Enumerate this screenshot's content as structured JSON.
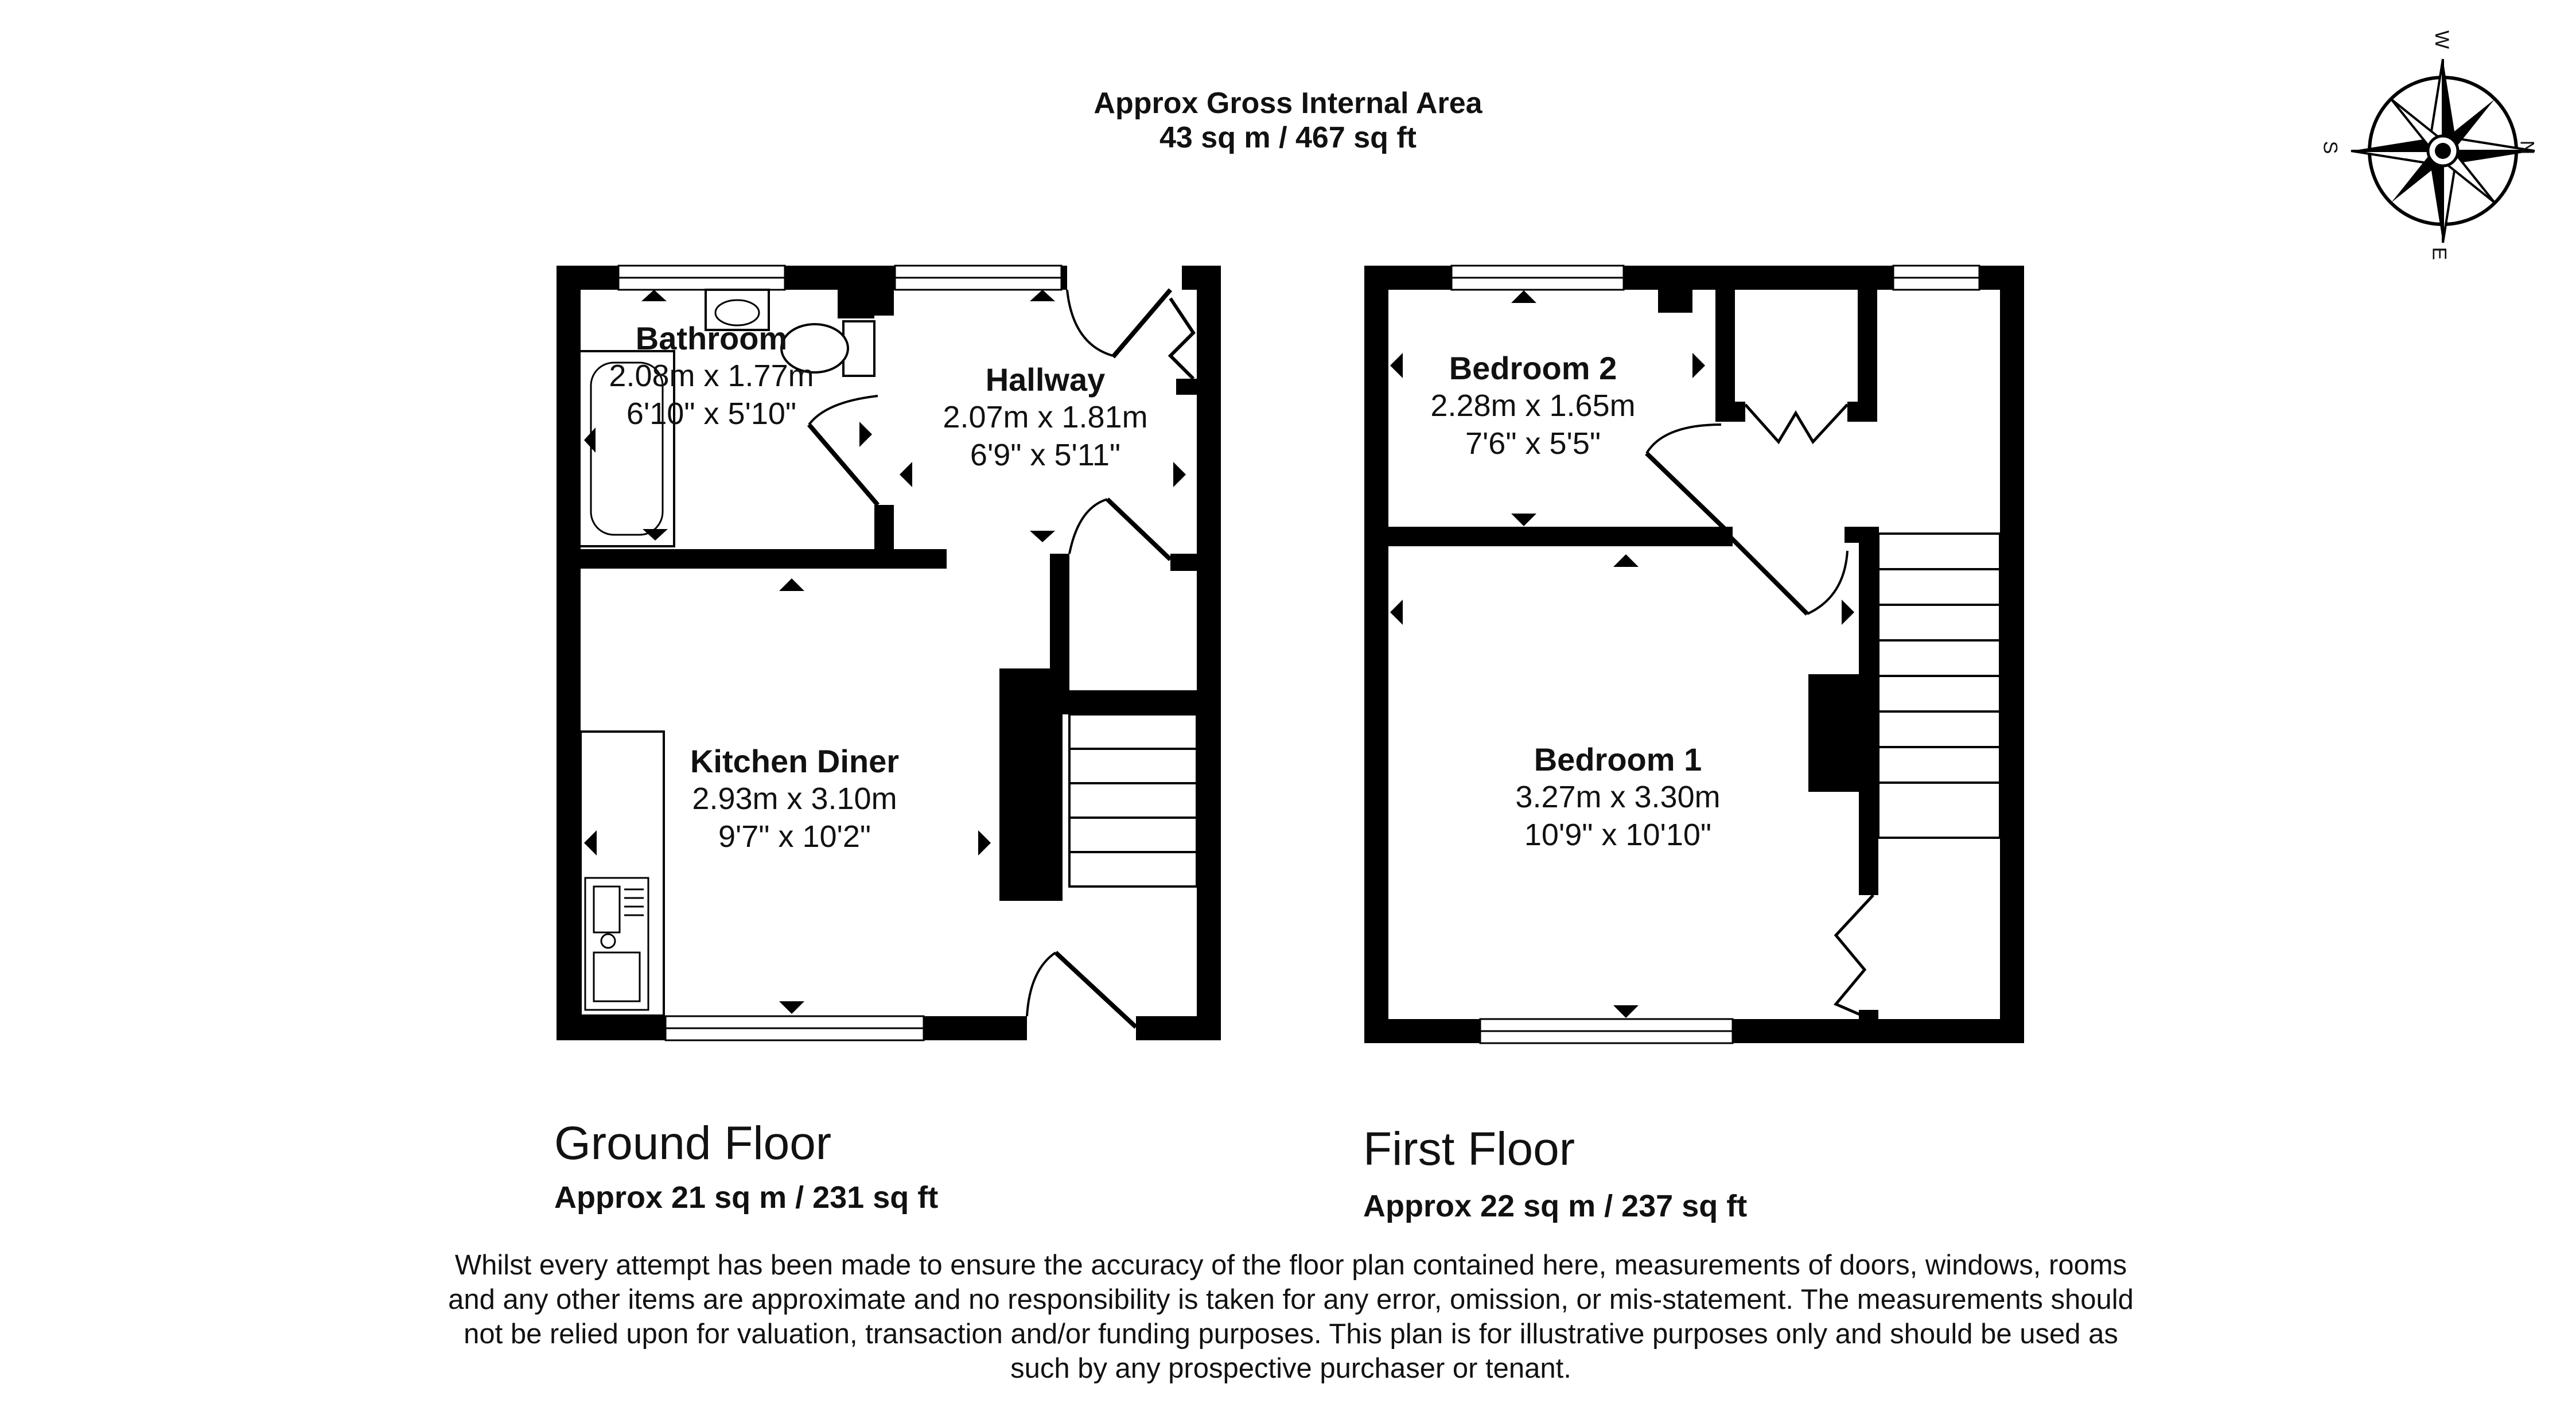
{
  "header": {
    "line1": "Approx Gross Internal Area",
    "line2": "43 sq m / 467 sq ft"
  },
  "compass": {
    "n": "N",
    "s": "S",
    "e": "E",
    "w": "W"
  },
  "ground_floor": {
    "title": "Ground Floor",
    "area": "Approx 21 sq m / 231 sq ft",
    "rooms": [
      {
        "name": "Bathroom",
        "metric": "2.08m x 1.77m",
        "imperial": "6'10\" x 5'10\""
      },
      {
        "name": "Hallway",
        "metric": "2.07m x 1.81m",
        "imperial": "6'9\" x 5'11\""
      },
      {
        "name": "Kitchen Diner",
        "metric": "2.93m x 3.10m",
        "imperial": "9'7\" x 10'2\""
      }
    ]
  },
  "first_floor": {
    "title": "First Floor",
    "area": "Approx 22 sq m / 237 sq ft",
    "rooms": [
      {
        "name": "Bedroom 2",
        "metric": "2.28m x 1.65m",
        "imperial": "7'6\" x 5'5\""
      },
      {
        "name": "Bedroom 1",
        "metric": "3.27m x 3.30m",
        "imperial": "10'9\" x 10'10\""
      }
    ]
  },
  "disclaimer": "Whilst every attempt has been made to ensure the accuracy of the floor plan contained here, measurements of doors, windows, rooms and any other items are approximate and no responsibility is taken for any error, omission, or mis-statement. The measurements should not be relied upon for valuation, transaction and/or funding purposes. This plan is for illustrative purposes only and should be used as such by any prospective purchaser or tenant."
}
